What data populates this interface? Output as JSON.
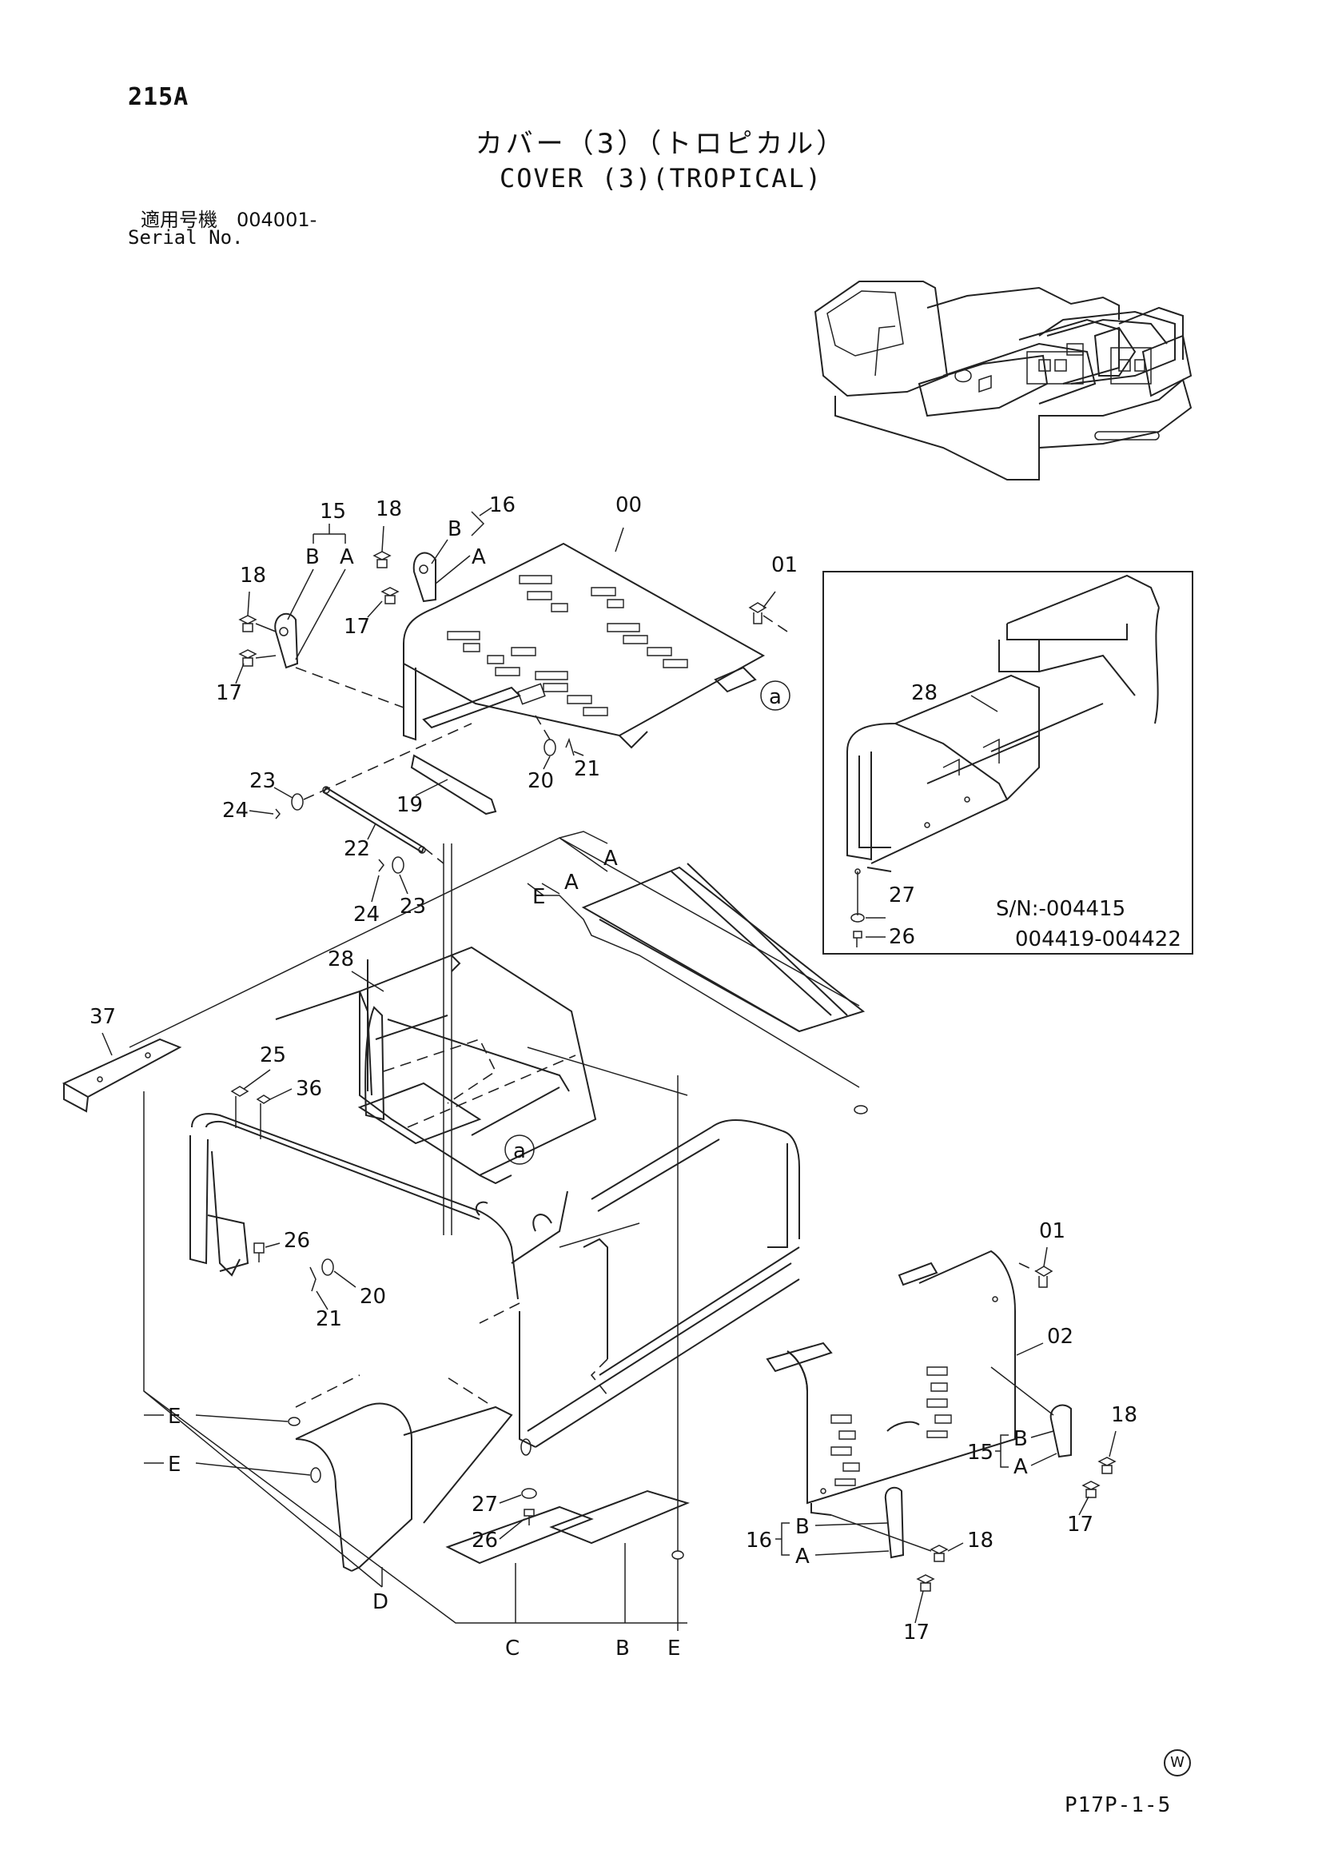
{
  "header": {
    "page_code": "215A",
    "title_jp": "カバー（3）（トロピカル）",
    "title_en": "COVER (3)(TROPICAL)",
    "serial_jp": "適用号機　004001-",
    "serial_en": "Serial No."
  },
  "inset": {
    "serial_range_1": "S/N:-004415",
    "serial_range_2": "004419-004422",
    "part_28": "28",
    "part_27": "27",
    "part_26": "26"
  },
  "callouts": {
    "p00": "00",
    "p01_top": "01",
    "p01_right": "01",
    "p02": "02",
    "p15_top": "15",
    "p15_right": "15",
    "p16_top": "16",
    "p16_bottom": "16",
    "p17_a": "17",
    "p17_b": "17",
    "p17_c": "17",
    "p17_d": "17",
    "p18_a": "18",
    "p18_b": "18",
    "p18_c": "18",
    "p18_d": "18",
    "p19": "19",
    "p20_a": "20",
    "p20_b": "20",
    "p21_a": "21",
    "p21_b": "21",
    "p22": "22",
    "p23_a": "23",
    "p23_b": "23",
    "p24_a": "24",
    "p24_b": "24",
    "p25": "25",
    "p26": "26",
    "p26_b": "26",
    "p27": "27",
    "p28": "28",
    "p36": "36",
    "p37": "37"
  },
  "letters": {
    "B": "B",
    "A": "A",
    "C": "C",
    "D": "D",
    "E": "E",
    "a": "a"
  },
  "footer": {
    "page_ref": "P17P-1-5",
    "watermark": "W"
  }
}
